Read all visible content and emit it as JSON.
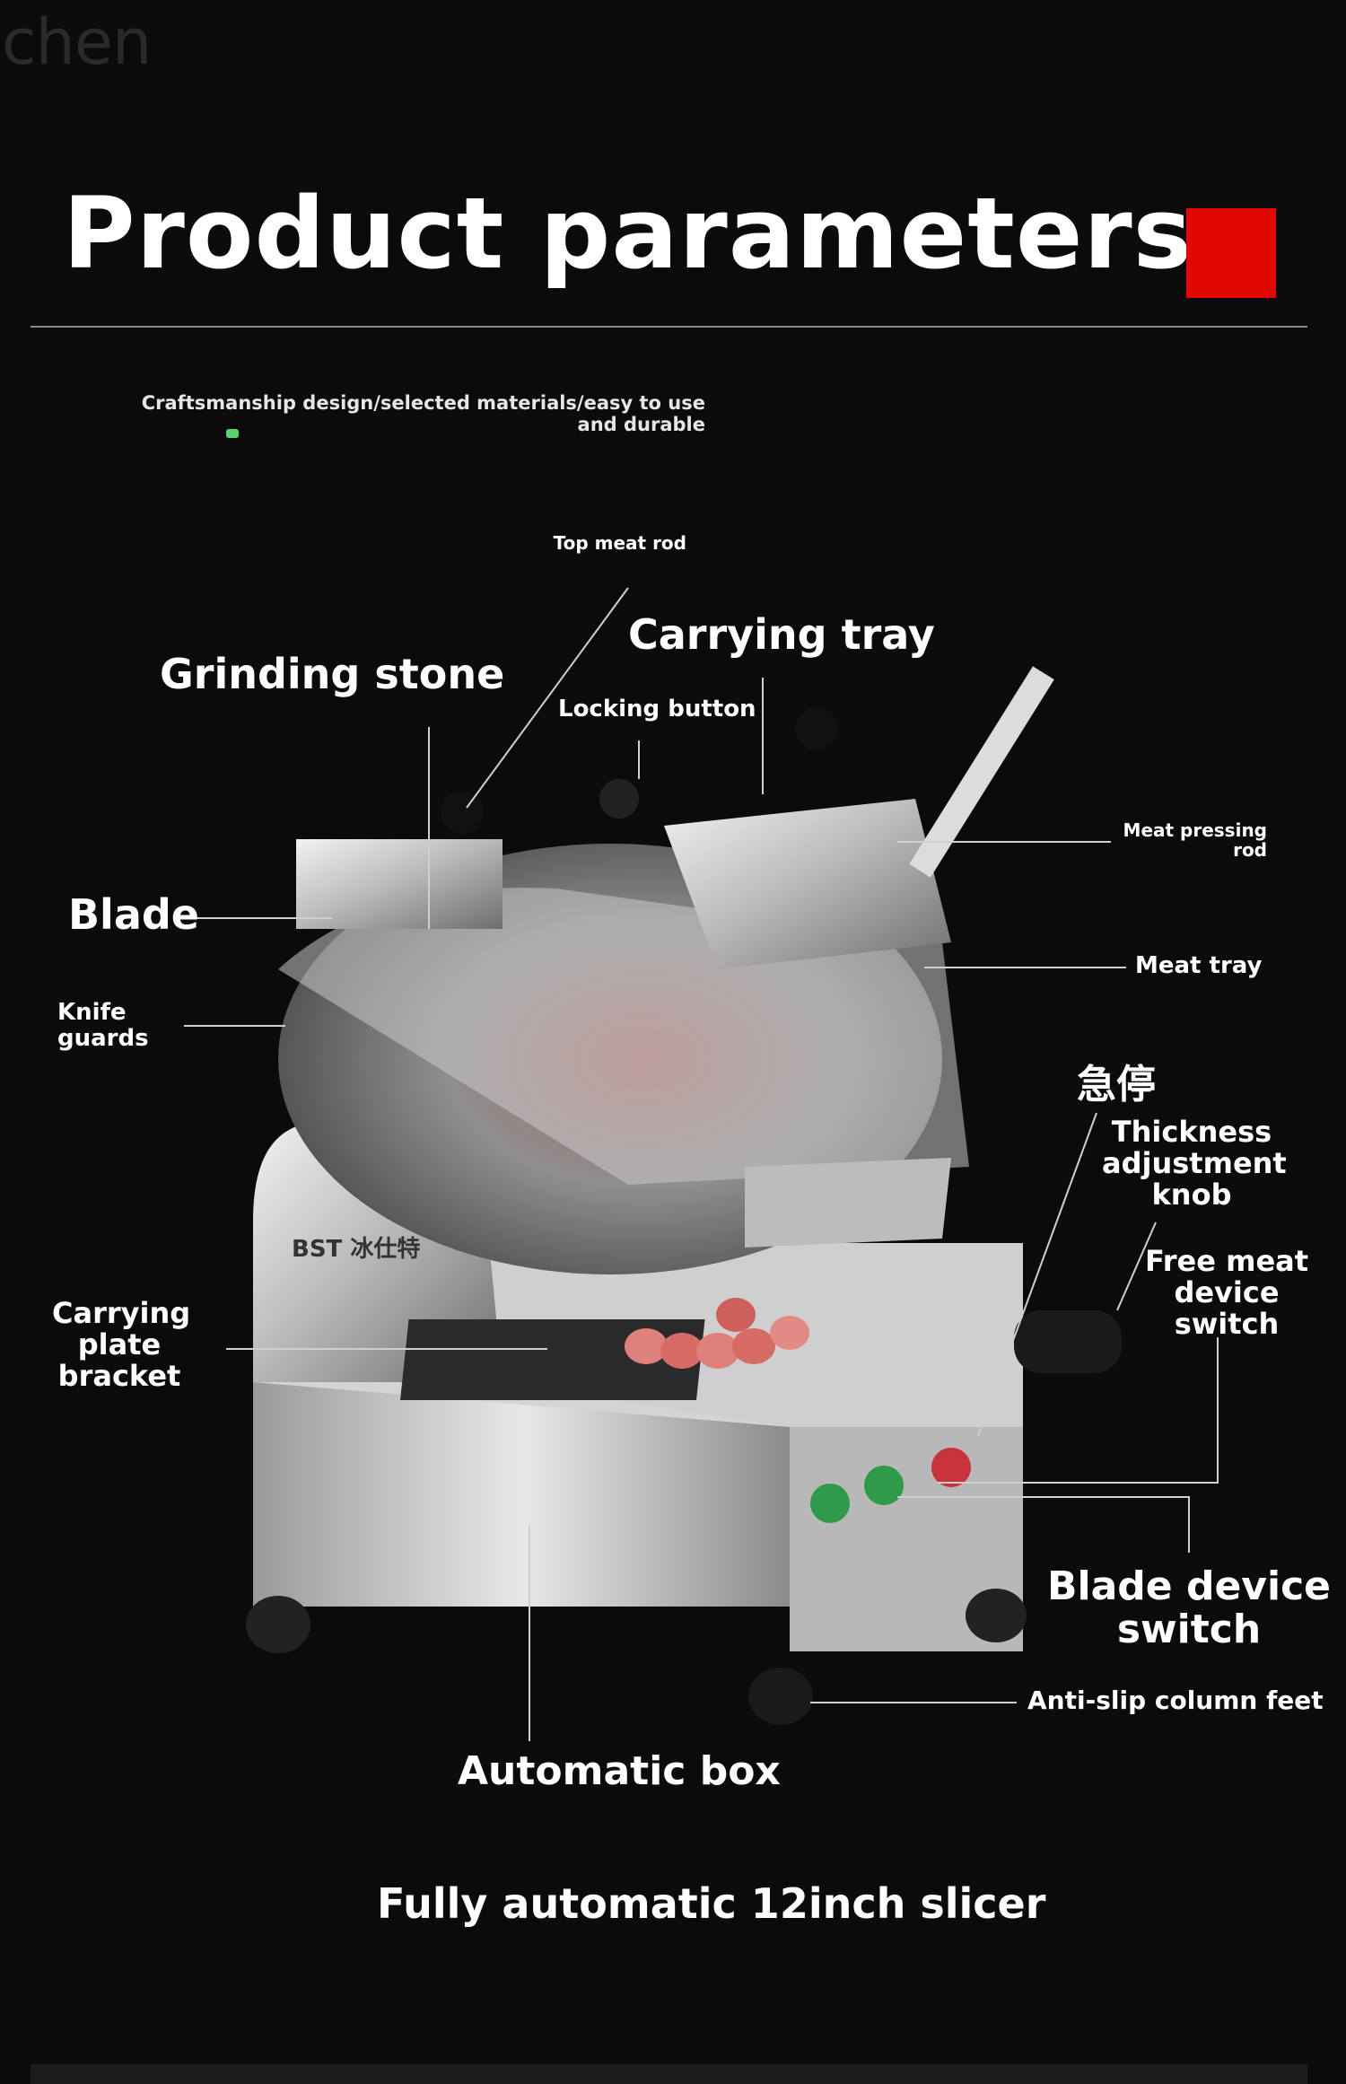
{
  "watermark": "chen",
  "title": "Product parameters",
  "subtitle": "Craftsmanship design/selected materials/easy to use and durable",
  "labels": {
    "top_meat_rod": "Top meat rod",
    "carrying_tray": "Carrying tray",
    "grinding_stone": "Grinding stone",
    "locking_button": "Locking button",
    "meat_pressing_rod": "Meat pressing rod",
    "blade": "Blade",
    "meat_tray": "Meat tray",
    "knife_guards": "Knife guards",
    "emergency_stop": "急停",
    "thickness_adjustment_knob": "Thickness adjustment knob",
    "free_meat_device_switch": "Free meat device switch",
    "carrying_plate_bracket": "Carrying plate bracket",
    "blade_device_switch": "Blade device switch",
    "anti_slip_column_feet": "Anti-slip column feet",
    "automatic_box": "Automatic box"
  },
  "brand_logo": "BST 冰仕特",
  "caption": "Fully automatic 12inch slicer",
  "colors": {
    "background": "#0b0b0b",
    "accent": "#e10600",
    "text": "#ffffff"
  }
}
